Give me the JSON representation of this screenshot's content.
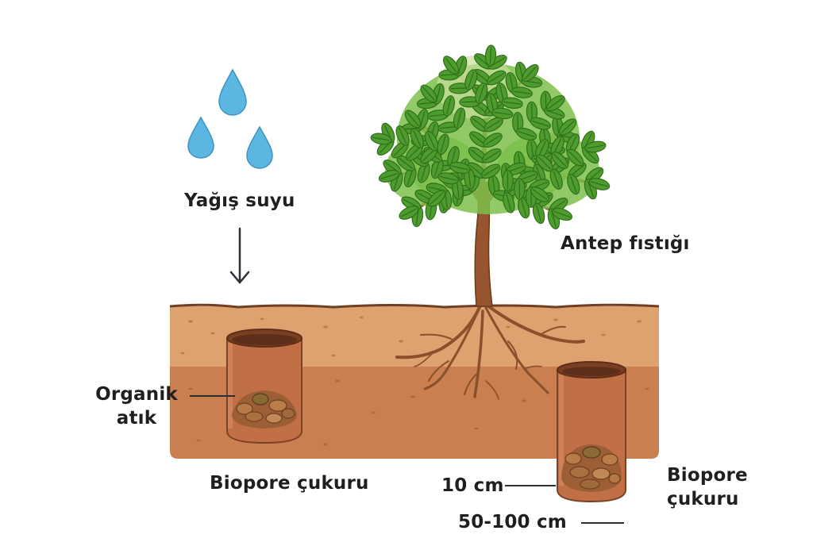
{
  "labels": {
    "rain": "Yağış suyu",
    "tree": "Antep fıstığı",
    "organic_line1": "Organik",
    "organic_line2": "atık",
    "biopore_left": "Biopore çukuru",
    "width": "10 cm",
    "depth": "50-100 cm",
    "biopore_right_line1": "Biopore",
    "biopore_right_line2": "çukuru"
  },
  "colors": {
    "soil_top": "#DDA06E",
    "soil_bottom": "#C87E4E",
    "pipe": "#BF6E45",
    "leaf": "#4E9B2E",
    "leaf_light": "#7CC04A",
    "trunk": "#96552E",
    "water": "#5BB7E2",
    "text": "#1f1f1f"
  },
  "icons": [
    "water-drop-icon",
    "arrow-down-icon",
    "tree-icon",
    "roots-icon"
  ]
}
